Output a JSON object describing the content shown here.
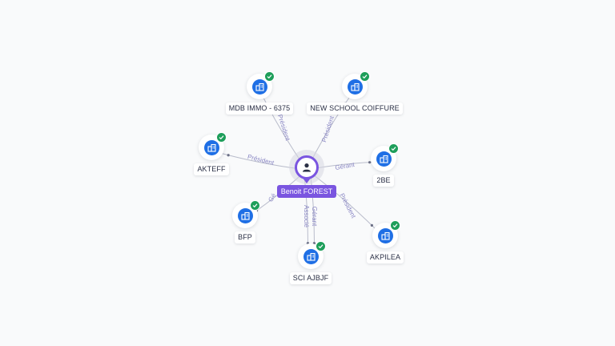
{
  "colors": {
    "edge": "#b9bccb",
    "edge_label": "#8a87c4",
    "company_icon": "#1f6fe5",
    "verified_badge": "#1e9e5a",
    "person_accent": "#7a55e0"
  },
  "center": {
    "label": "Benoit FOREST",
    "icon": "person-icon"
  },
  "nodes": [
    {
      "id": "mdb",
      "label": "MDB IMMO - 6375",
      "icon": "building-icon",
      "verified": true
    },
    {
      "id": "newschool",
      "label": "NEW SCHOOL COIFFURE",
      "icon": "building-icon",
      "verified": true
    },
    {
      "id": "akteff",
      "label": "AKTEFF",
      "icon": "building-icon",
      "verified": true
    },
    {
      "id": "2be",
      "label": "2BE",
      "icon": "building-icon",
      "verified": true
    },
    {
      "id": "bfp",
      "label": "BFP",
      "icon": "building-icon",
      "verified": true
    },
    {
      "id": "akpilea",
      "label": "AKPILEA",
      "icon": "building-icon",
      "verified": true
    },
    {
      "id": "sci",
      "label": "SCI AJBJF",
      "icon": "building-icon",
      "verified": true
    }
  ],
  "edges": [
    {
      "to": "mdb",
      "label": "Président"
    },
    {
      "to": "newschool",
      "label": "Président"
    },
    {
      "to": "akteff",
      "label": "Président"
    },
    {
      "to": "2be",
      "label": "Gérant"
    },
    {
      "to": "bfp",
      "label": "Gé"
    },
    {
      "to": "akpilea",
      "label": "Président"
    },
    {
      "to": "sci",
      "label": "Gérant"
    },
    {
      "to": "sci",
      "label": "Associé"
    }
  ]
}
